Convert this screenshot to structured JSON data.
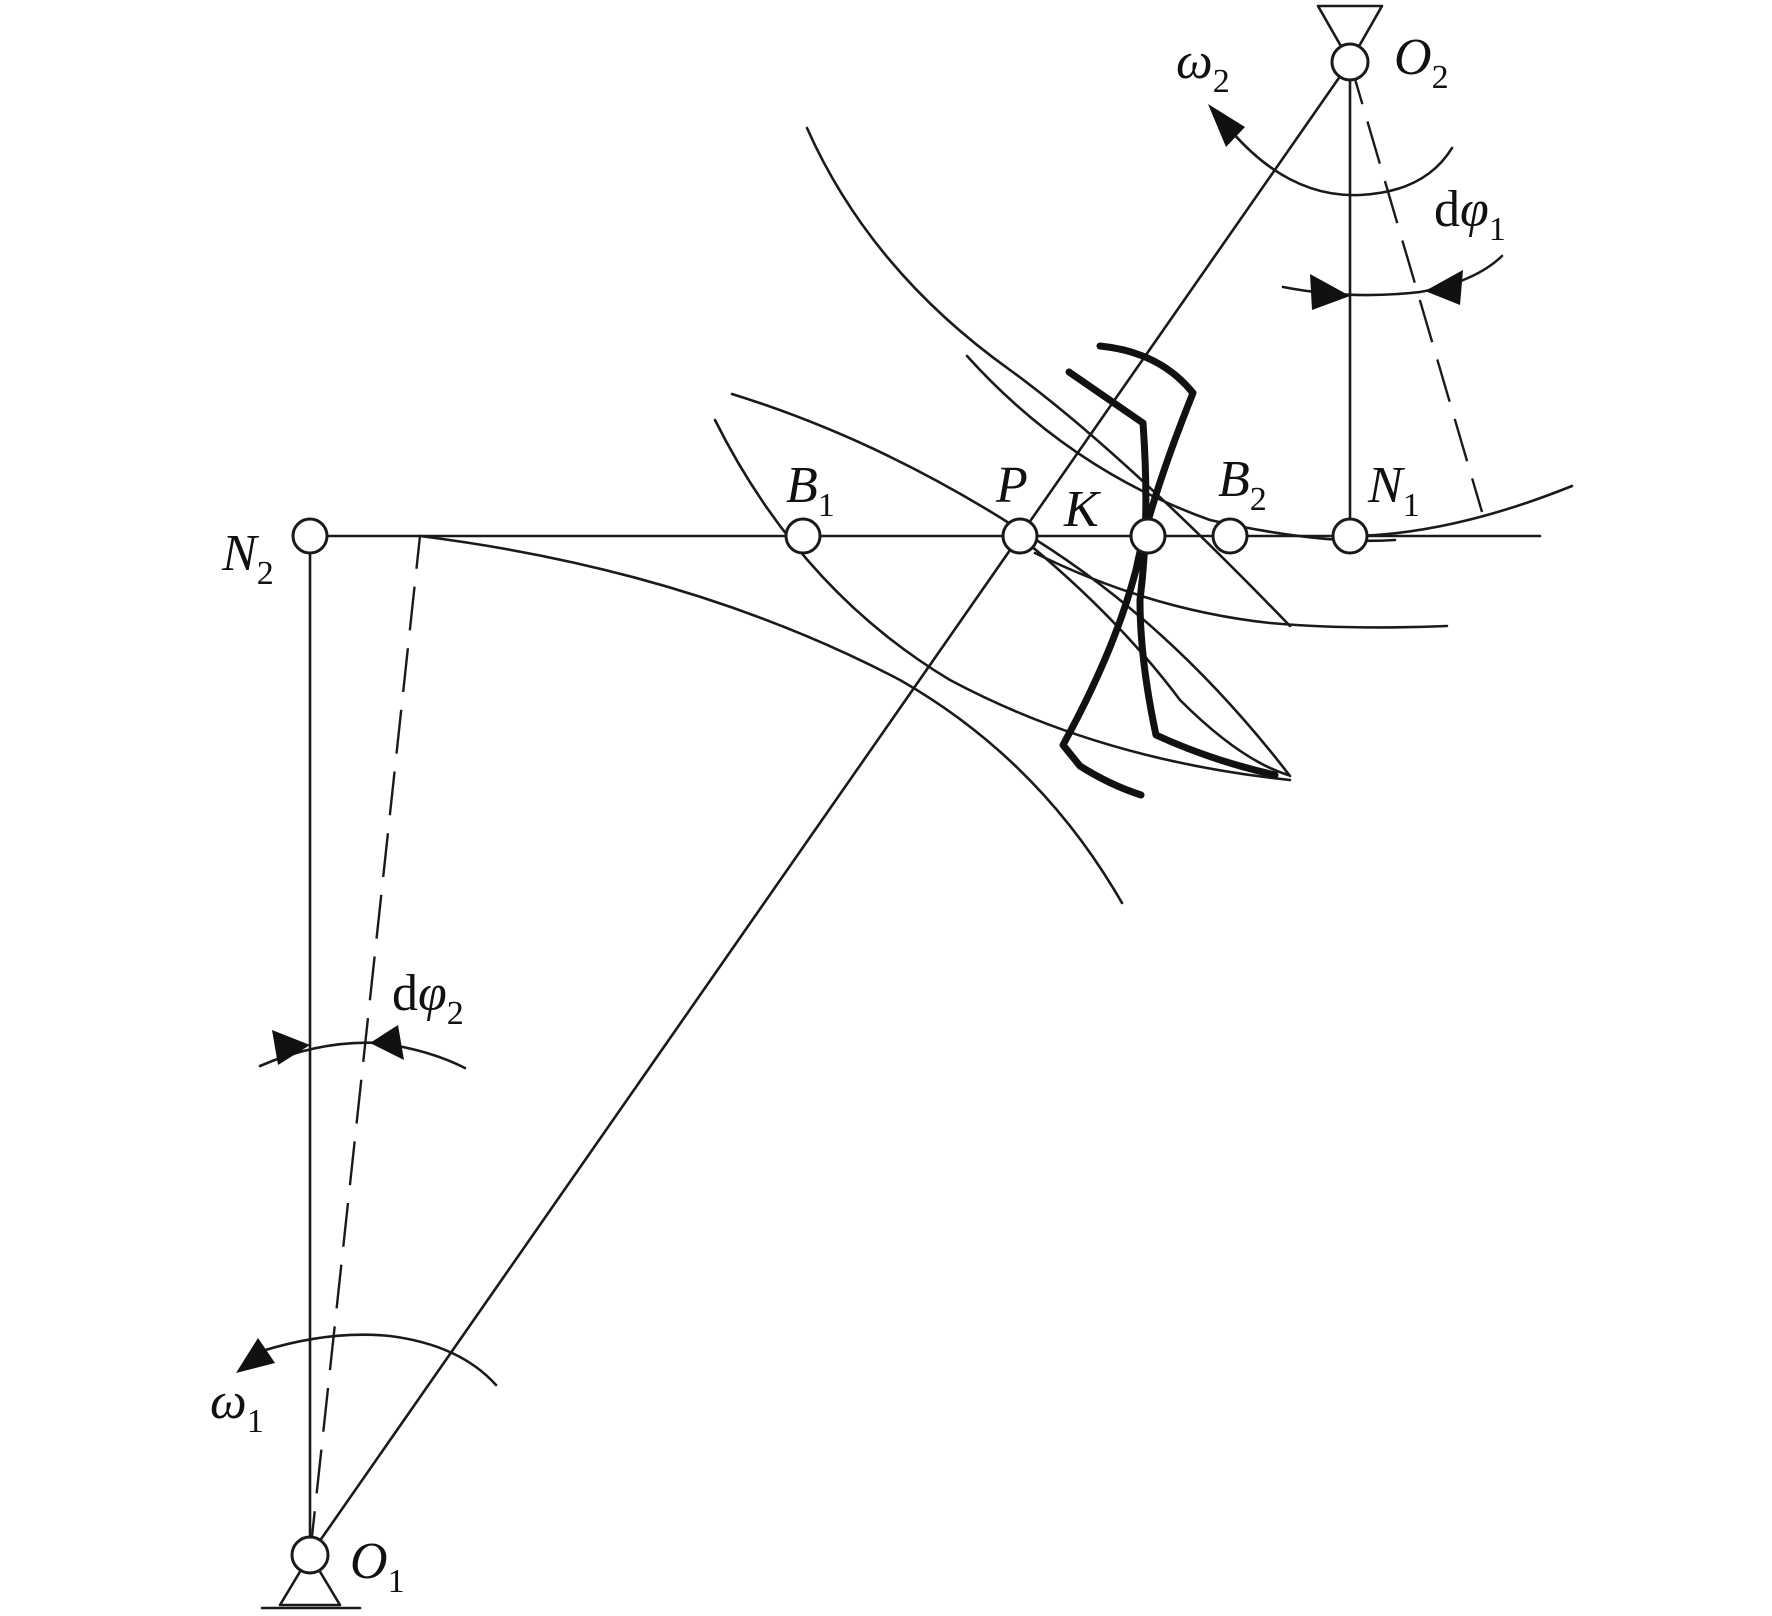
{
  "labels": {
    "O2": {
      "main": "O",
      "sub": "2"
    },
    "O1": {
      "main": "O",
      "sub": "1"
    },
    "N1": {
      "main": "N",
      "sub": "1"
    },
    "N2": {
      "main": "N",
      "sub": "2"
    },
    "B1": {
      "main": "B",
      "sub": "1"
    },
    "B2": {
      "main": "B",
      "sub": "2"
    },
    "P": {
      "main": "P"
    },
    "K": {
      "main": "K"
    },
    "omega2": {
      "main": "ω",
      "sub": "2"
    },
    "omega1": {
      "main": "ω",
      "sub": "1"
    },
    "dphi1": {
      "d": "d",
      "main": "φ",
      "sub": "1"
    },
    "dphi2": {
      "d": "d",
      "main": "φ",
      "sub": "2"
    }
  }
}
